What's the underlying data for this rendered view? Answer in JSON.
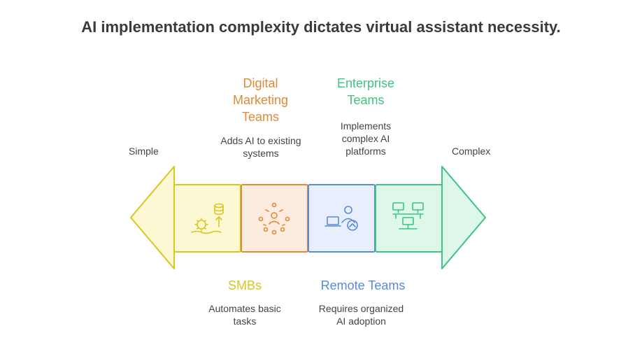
{
  "title": "AI implementation complexity dictates virtual assistant necessity.",
  "scale": {
    "left_label": "Simple",
    "right_label": "Complex"
  },
  "segments": [
    {
      "name": "SMBs",
      "description_lines": [
        "Automates basic",
        "tasks"
      ],
      "color": "#d9c61f",
      "fill": "#fdf8d4",
      "icon": "gears-database-icon"
    },
    {
      "name_lines": [
        "Digital",
        "Marketing",
        "Teams"
      ],
      "description_lines": [
        "Adds AI to existing",
        "systems"
      ],
      "color": "#e08a35",
      "fill": "#fcece0",
      "icon": "team-network-icon"
    },
    {
      "name": "Remote Teams",
      "description_lines": [
        "Requires organized",
        "AI adoption"
      ],
      "color": "#5a8bd6",
      "fill": "#e8eefc",
      "icon": "remote-worker-icon"
    },
    {
      "name_lines": [
        "Enterprise",
        "Teams"
      ],
      "description_lines": [
        "Implements",
        "complex AI",
        "platforms"
      ],
      "color": "#3fc384",
      "fill": "#ddf7e9",
      "icon": "enterprise-desks-icon"
    }
  ]
}
